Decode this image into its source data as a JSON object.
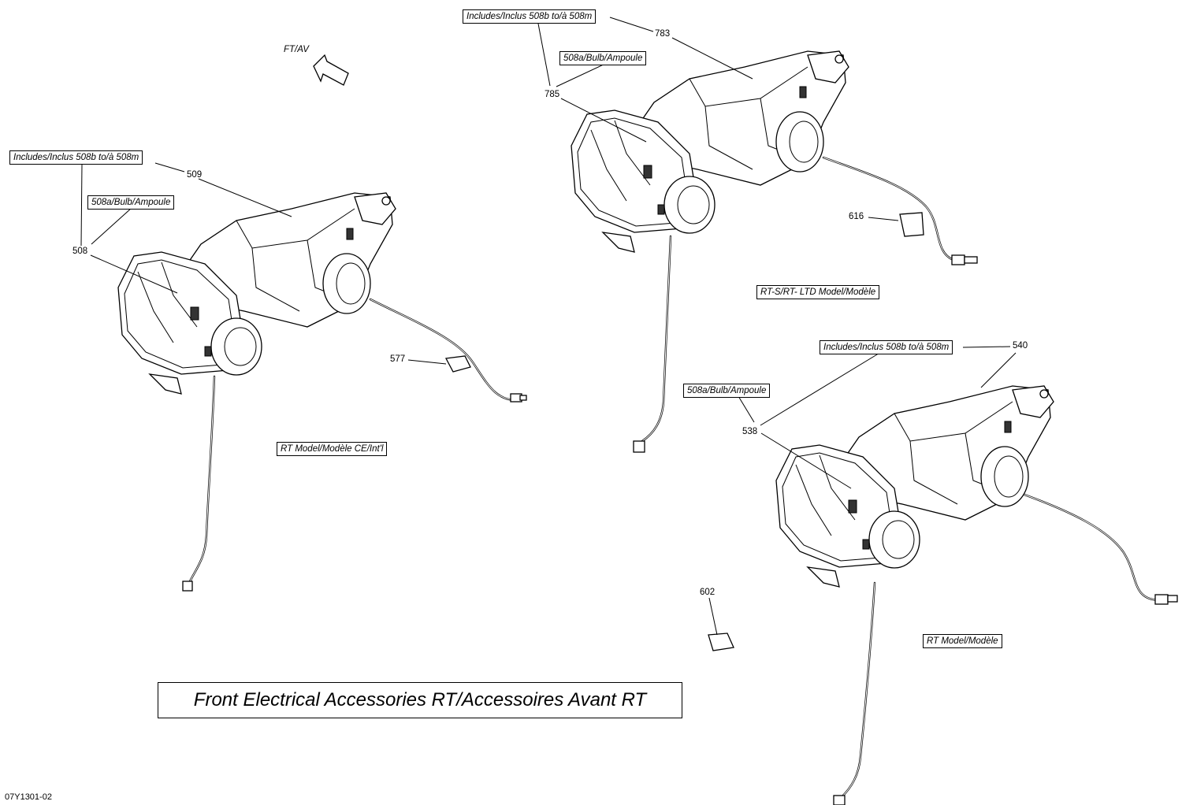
{
  "direction_arrow": {
    "label": "FT/AV"
  },
  "assemblies": [
    {
      "id": "left",
      "model_label": "RT Model/Modèle CE/Int'l",
      "includes_label": "Includes/Inclus 508b to/à 508m",
      "bulb_label": "508a/Bulb/Ampoule",
      "assembly_ref": "509",
      "sub_ref": "508",
      "accessory_ref": "577"
    },
    {
      "id": "top-right",
      "model_label": "RT-S/RT- LTD Model/Modèle",
      "includes_label": "Includes/Inclus 508b to/à 508m",
      "bulb_label": "508a/Bulb/Ampoule",
      "assembly_ref": "783",
      "sub_ref": "785",
      "accessory_ref": "616"
    },
    {
      "id": "bottom-right",
      "model_label": "RT Model/Modèle",
      "includes_label": "Includes/Inclus 508b to/à 508m",
      "bulb_label": "508a/Bulb/Ampoule",
      "assembly_ref": "540",
      "sub_ref": "538",
      "accessory_ref": "602"
    }
  ],
  "title": "Front Electrical Accessories RT/Accessoires Avant RT",
  "drawing_code": "07Y1301-02"
}
